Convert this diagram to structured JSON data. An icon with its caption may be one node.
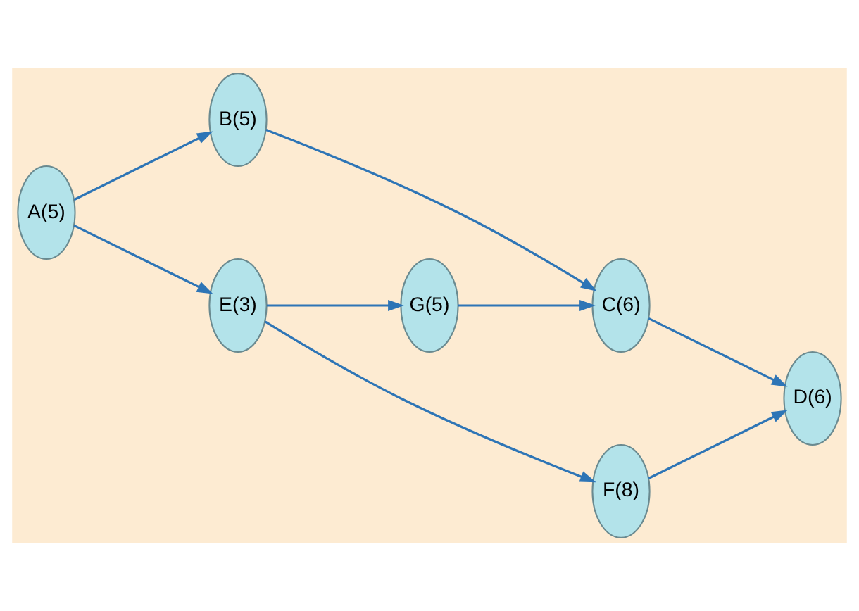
{
  "diagram": {
    "nodes": [
      {
        "text": [
          "A(5)"
        ]
      },
      {
        "text": [
          "B(5)"
        ]
      },
      {
        "text": [
          "E(3)"
        ]
      },
      {
        "text": [
          "G(5)"
        ]
      },
      {
        "text": [
          "C(6)"
        ]
      },
      {
        "text": [
          "F(8)"
        ]
      },
      {
        "text": [
          "D(6)"
        ]
      }
    ],
    "edges": [
      {
        "from": 0,
        "to": 1,
        "arrow": "to"
      },
      {
        "from": 0,
        "to": 2,
        "arrow": "to"
      },
      {
        "from": 1,
        "to": 4,
        "arrow": "to"
      },
      {
        "from": 2,
        "to": 3,
        "arrow": "to"
      },
      {
        "from": 2,
        "to": 5,
        "arrow": "to"
      },
      {
        "from": 3,
        "to": 4,
        "arrow": "to"
      },
      {
        "from": 4,
        "to": 6,
        "arrow": "to"
      },
      {
        "from": 5,
        "to": 6,
        "arrow": "to"
      }
    ]
  }
}
